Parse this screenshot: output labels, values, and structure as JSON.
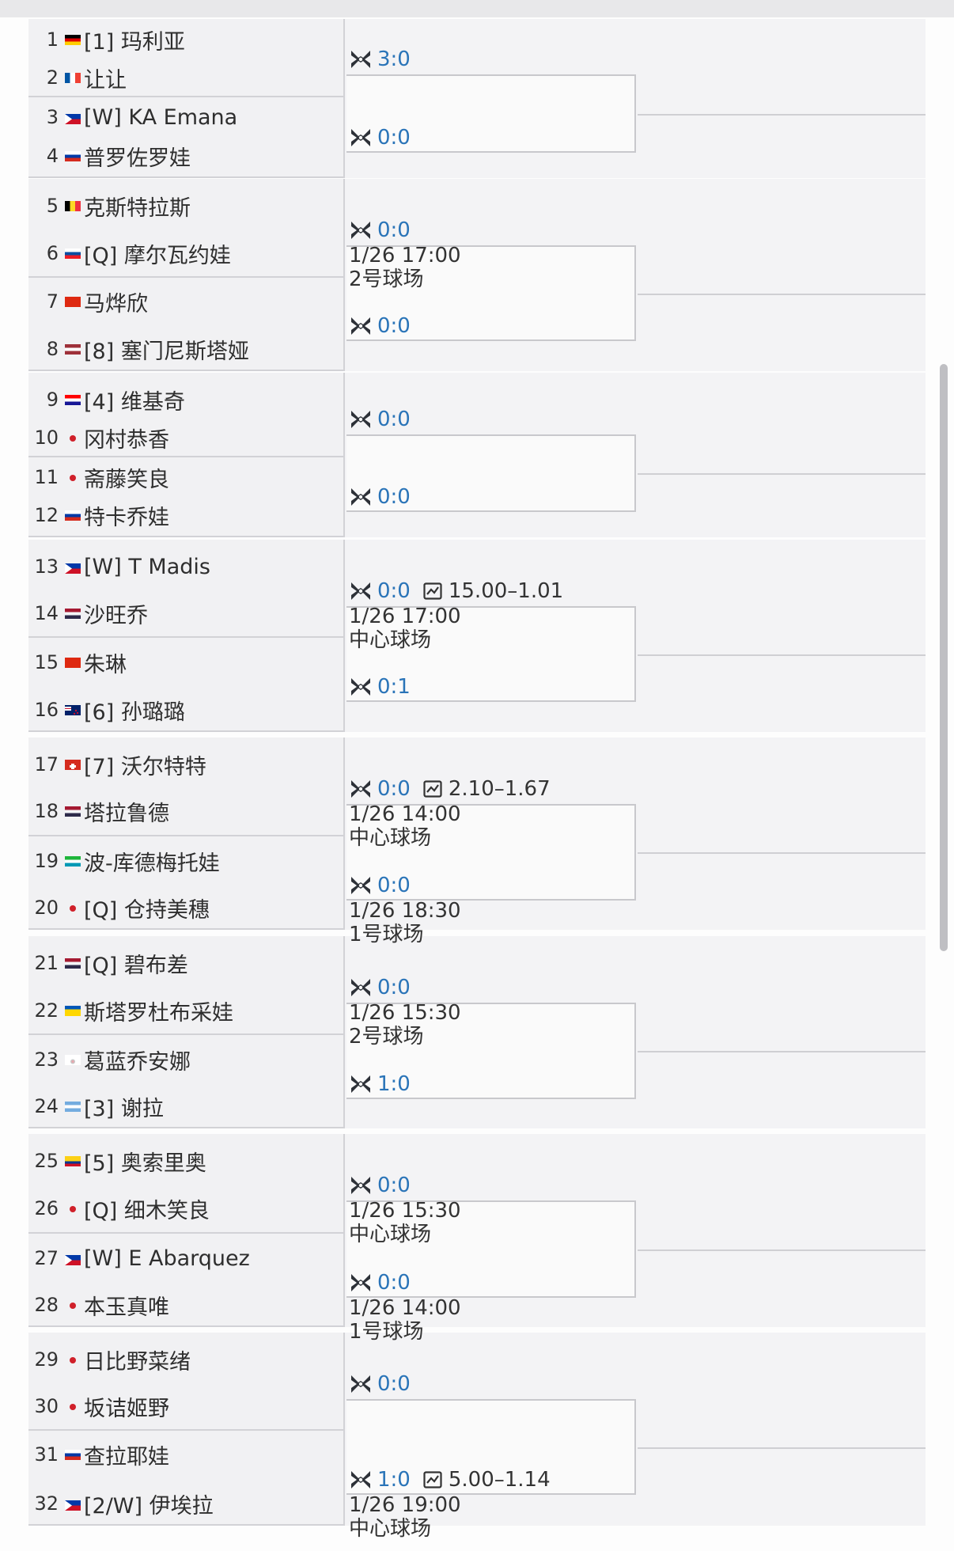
{
  "players": [
    {
      "seed": "1",
      "flag": "de",
      "name": "[1] 玛利亚"
    },
    {
      "seed": "2",
      "flag": "fr",
      "name": "让让"
    },
    {
      "seed": "3",
      "flag": "ph",
      "name": "[W] KA Emana"
    },
    {
      "seed": "4",
      "flag": "ru",
      "name": "普罗佐罗娃"
    },
    {
      "seed": "5",
      "flag": "be",
      "name": "克斯特拉斯"
    },
    {
      "seed": "6",
      "flag": "sk",
      "name": "[Q] 摩尔瓦约娃"
    },
    {
      "seed": "7",
      "flag": "cn",
      "name": "马烨欣"
    },
    {
      "seed": "8",
      "flag": "lv",
      "name": "[8] 塞门尼斯塔娅"
    },
    {
      "seed": "9",
      "flag": "hr",
      "name": "[4] 维基奇"
    },
    {
      "seed": "10",
      "flag": "jp",
      "name": "冈村恭香"
    },
    {
      "seed": "11",
      "flag": "jp",
      "name": "斋藤笑良"
    },
    {
      "seed": "12",
      "flag": "ru",
      "name": "特卡乔娃"
    },
    {
      "seed": "13",
      "flag": "ph",
      "name": "[W] T Madis"
    },
    {
      "seed": "14",
      "flag": "th",
      "name": "沙旺乔"
    },
    {
      "seed": "15",
      "flag": "cn",
      "name": "朱琳"
    },
    {
      "seed": "16",
      "flag": "nz",
      "name": "[6] 孙璐璐"
    },
    {
      "seed": "17",
      "flag": "ch",
      "name": "[7] 沃尔特特"
    },
    {
      "seed": "18",
      "flag": "th",
      "name": "塔拉鲁德"
    },
    {
      "seed": "19",
      "flag": "uz",
      "name": "波-库德梅托娃"
    },
    {
      "seed": "20",
      "flag": "jp",
      "name": "[Q] 仓持美穗"
    },
    {
      "seed": "21",
      "flag": "th",
      "name": "[Q] 碧布差"
    },
    {
      "seed": "22",
      "flag": "ua",
      "name": "斯塔罗杜布采娃"
    },
    {
      "seed": "23",
      "flag": "kr",
      "name": "葛蓝乔安娜"
    },
    {
      "seed": "24",
      "flag": "ar",
      "name": "[3] 谢拉"
    },
    {
      "seed": "25",
      "flag": "co",
      "name": "[5] 奥索里奥"
    },
    {
      "seed": "26",
      "flag": "jp",
      "name": "[Q] 细木笑良"
    },
    {
      "seed": "27",
      "flag": "ph",
      "name": "[W] E Abarquez"
    },
    {
      "seed": "28",
      "flag": "jp",
      "name": "本玉真唯"
    },
    {
      "seed": "29",
      "flag": "jp",
      "name": "日比野菜绪"
    },
    {
      "seed": "30",
      "flag": "jp",
      "name": "坂诘姬野"
    },
    {
      "seed": "31",
      "flag": "ru",
      "name": "查拉耶娃"
    },
    {
      "seed": "32",
      "flag": "ph",
      "name": "[2/W] 伊埃拉"
    }
  ],
  "matches": [
    {
      "score": "3:0",
      "odds": "",
      "time": "",
      "court": ""
    },
    {
      "score": "0:0",
      "odds": "",
      "time": "",
      "court": ""
    },
    {
      "score": "0:0",
      "odds": "",
      "time": "1/26 17:00",
      "court": "2号球场"
    },
    {
      "score": "0:0",
      "odds": "",
      "time": "",
      "court": ""
    },
    {
      "score": "0:0",
      "odds": "",
      "time": "",
      "court": ""
    },
    {
      "score": "0:0",
      "odds": "",
      "time": "",
      "court": ""
    },
    {
      "score": "0:0",
      "odds": "15.00–1.01",
      "time": "1/26 17:00",
      "court": "中心球场"
    },
    {
      "score": "0:1",
      "odds": "",
      "time": "",
      "court": ""
    },
    {
      "score": "0:0",
      "odds": "2.10–1.67",
      "time": "1/26 14:00",
      "court": "中心球场"
    },
    {
      "score": "0:0",
      "odds": "",
      "time": "1/26 18:30",
      "court": "1号球场"
    },
    {
      "score": "0:0",
      "odds": "",
      "time": "1/26 15:30",
      "court": "2号球场"
    },
    {
      "score": "1:0",
      "odds": "",
      "time": "",
      "court": ""
    },
    {
      "score": "0:0",
      "odds": "",
      "time": "1/26 15:30",
      "court": "中心球场"
    },
    {
      "score": "0:0",
      "odds": "",
      "time": "1/26 14:00",
      "court": "1号球场"
    },
    {
      "score": "0:0",
      "odds": "",
      "time": "",
      "court": ""
    },
    {
      "score": "1:0",
      "odds": "5.00–1.14",
      "time": "1/26 19:00",
      "court": "中心球场"
    }
  ],
  "icons": {
    "match": "crossed-rackets-icon",
    "odds": "trend-chart-icon"
  },
  "colors": {
    "score": "#2a74b8",
    "panel": "#f1f1f3",
    "border": "#c8c8cc"
  }
}
